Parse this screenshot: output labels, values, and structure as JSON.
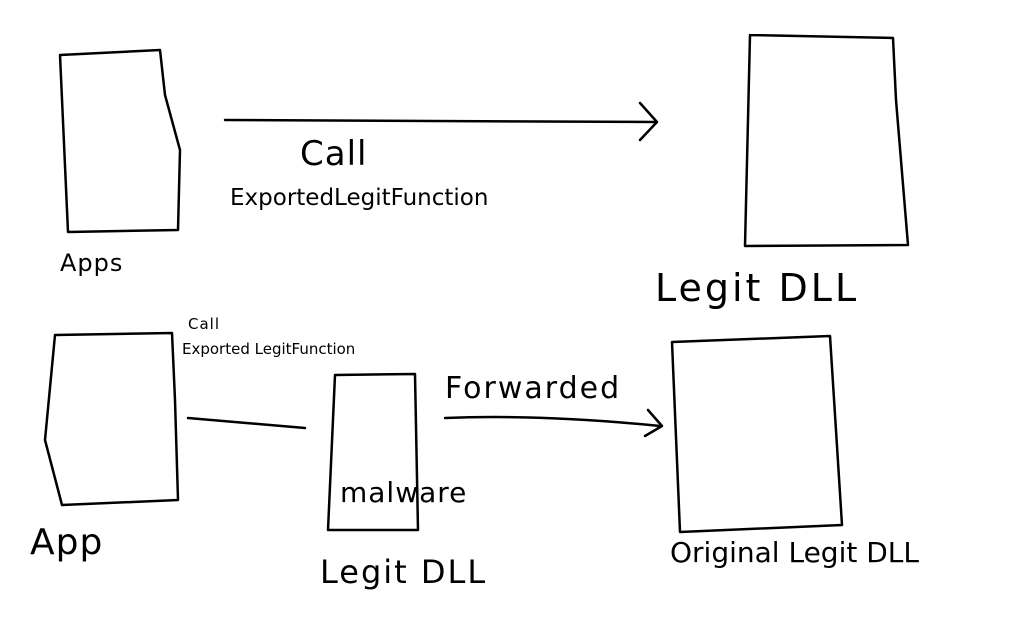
{
  "top": {
    "call_label": "Call",
    "function_label": "ExportedLegitFunction",
    "app_label": "Apps",
    "dll_label": "Legit DLL"
  },
  "bottom": {
    "call_label": "Call",
    "function_label": "Exported LegitFunction",
    "app_label": "App",
    "malware_label": "malware",
    "malicious_dll_label": "Legit DLL",
    "forwarded_label": "Forwarded",
    "original_dll_label": "Original Legit DLL"
  },
  "colors": {
    "ink": "#000000",
    "background": "#ffffff"
  }
}
